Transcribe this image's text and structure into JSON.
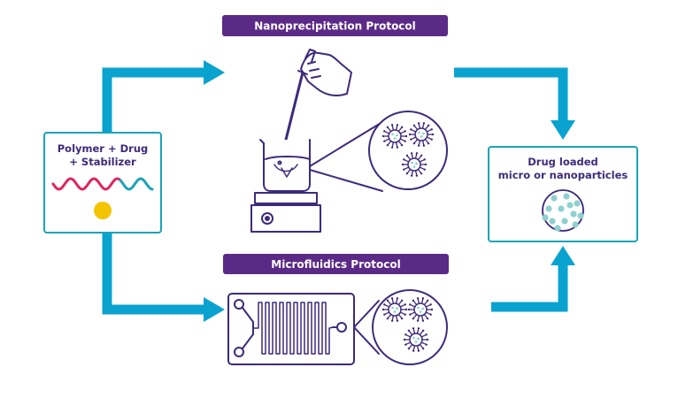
{
  "banners": {
    "nanoprecipitation": "Nanoprecipitation Protocol",
    "microfluidics": "Microfluidics Protocol"
  },
  "input_box": {
    "line1": "Polymer + Drug",
    "line2": "+ Stabilizer"
  },
  "output_box": {
    "line1": "Drug loaded",
    "line2": "micro or nanoparticles"
  },
  "colors": {
    "arrow": "#0aa3cf",
    "box_border": "#1aa3b8",
    "banner": "#5b2a86",
    "line_art": "#3d2a7a",
    "polymer_red": "#e0245e",
    "polymer_teal": "#1aa3b8",
    "drug_yellow": "#f5c400",
    "particle_teal": "#8fd0d0"
  },
  "icons": {
    "hand": "gloved-hand-pipette-icon",
    "beaker": "beaker-on-stirrer-icon",
    "chip": "microfluidic-chip-icon",
    "particle": "spiky-nanoparticle-icon"
  }
}
